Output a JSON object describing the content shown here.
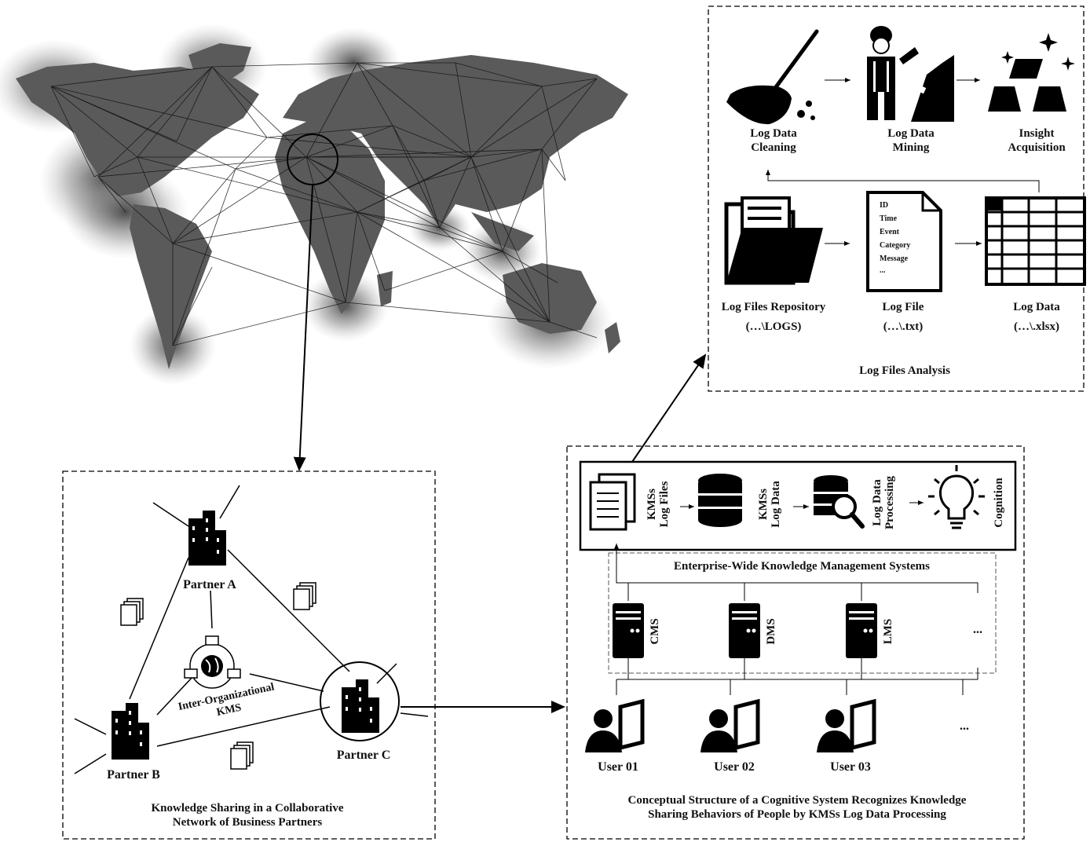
{
  "log_panel": {
    "cleaning": "Log Data\nCleaning",
    "mining": "Log Data\nMining",
    "insight": "Insight\nAcquisition",
    "repository": "Log Files Repository",
    "repository_path": "(…\\LOGS)",
    "log_file": "Log File",
    "log_file_path": "(…\\.txt)",
    "log_data": "Log Data",
    "log_data_path": "(…\\.xlsx)",
    "title": "Log Files Analysis",
    "doc_fields": [
      "ID",
      "Time",
      "Event",
      "Category",
      "Message",
      "..."
    ]
  },
  "partners_panel": {
    "partner_a": "Partner A",
    "partner_b": "Partner B",
    "partner_c": "Partner C",
    "kms": "Inter-Organizational\nKMS",
    "title": "Knowledge Sharing in a Collaborative\nNetwork of Business Partners"
  },
  "cognitive_panel": {
    "kms_log_files": "KMSs\nLog Files",
    "kms_log_data": "KMSs\nLog Data",
    "log_processing": "Log Data\nProcessing",
    "cognition": "Cognition",
    "enterprise": "Enterprise-Wide Knowledge Management Systems",
    "cms": "CMS",
    "dms": "DMS",
    "lms": "LMS",
    "more_systems": "...",
    "user1": "User 01",
    "user2": "User 02",
    "user3": "User 03",
    "more_users": "...",
    "title": "Conceptual Structure of a Cognitive System Recognizes Knowledge\nSharing Behaviors of People by KMSs Log Data Processing"
  }
}
